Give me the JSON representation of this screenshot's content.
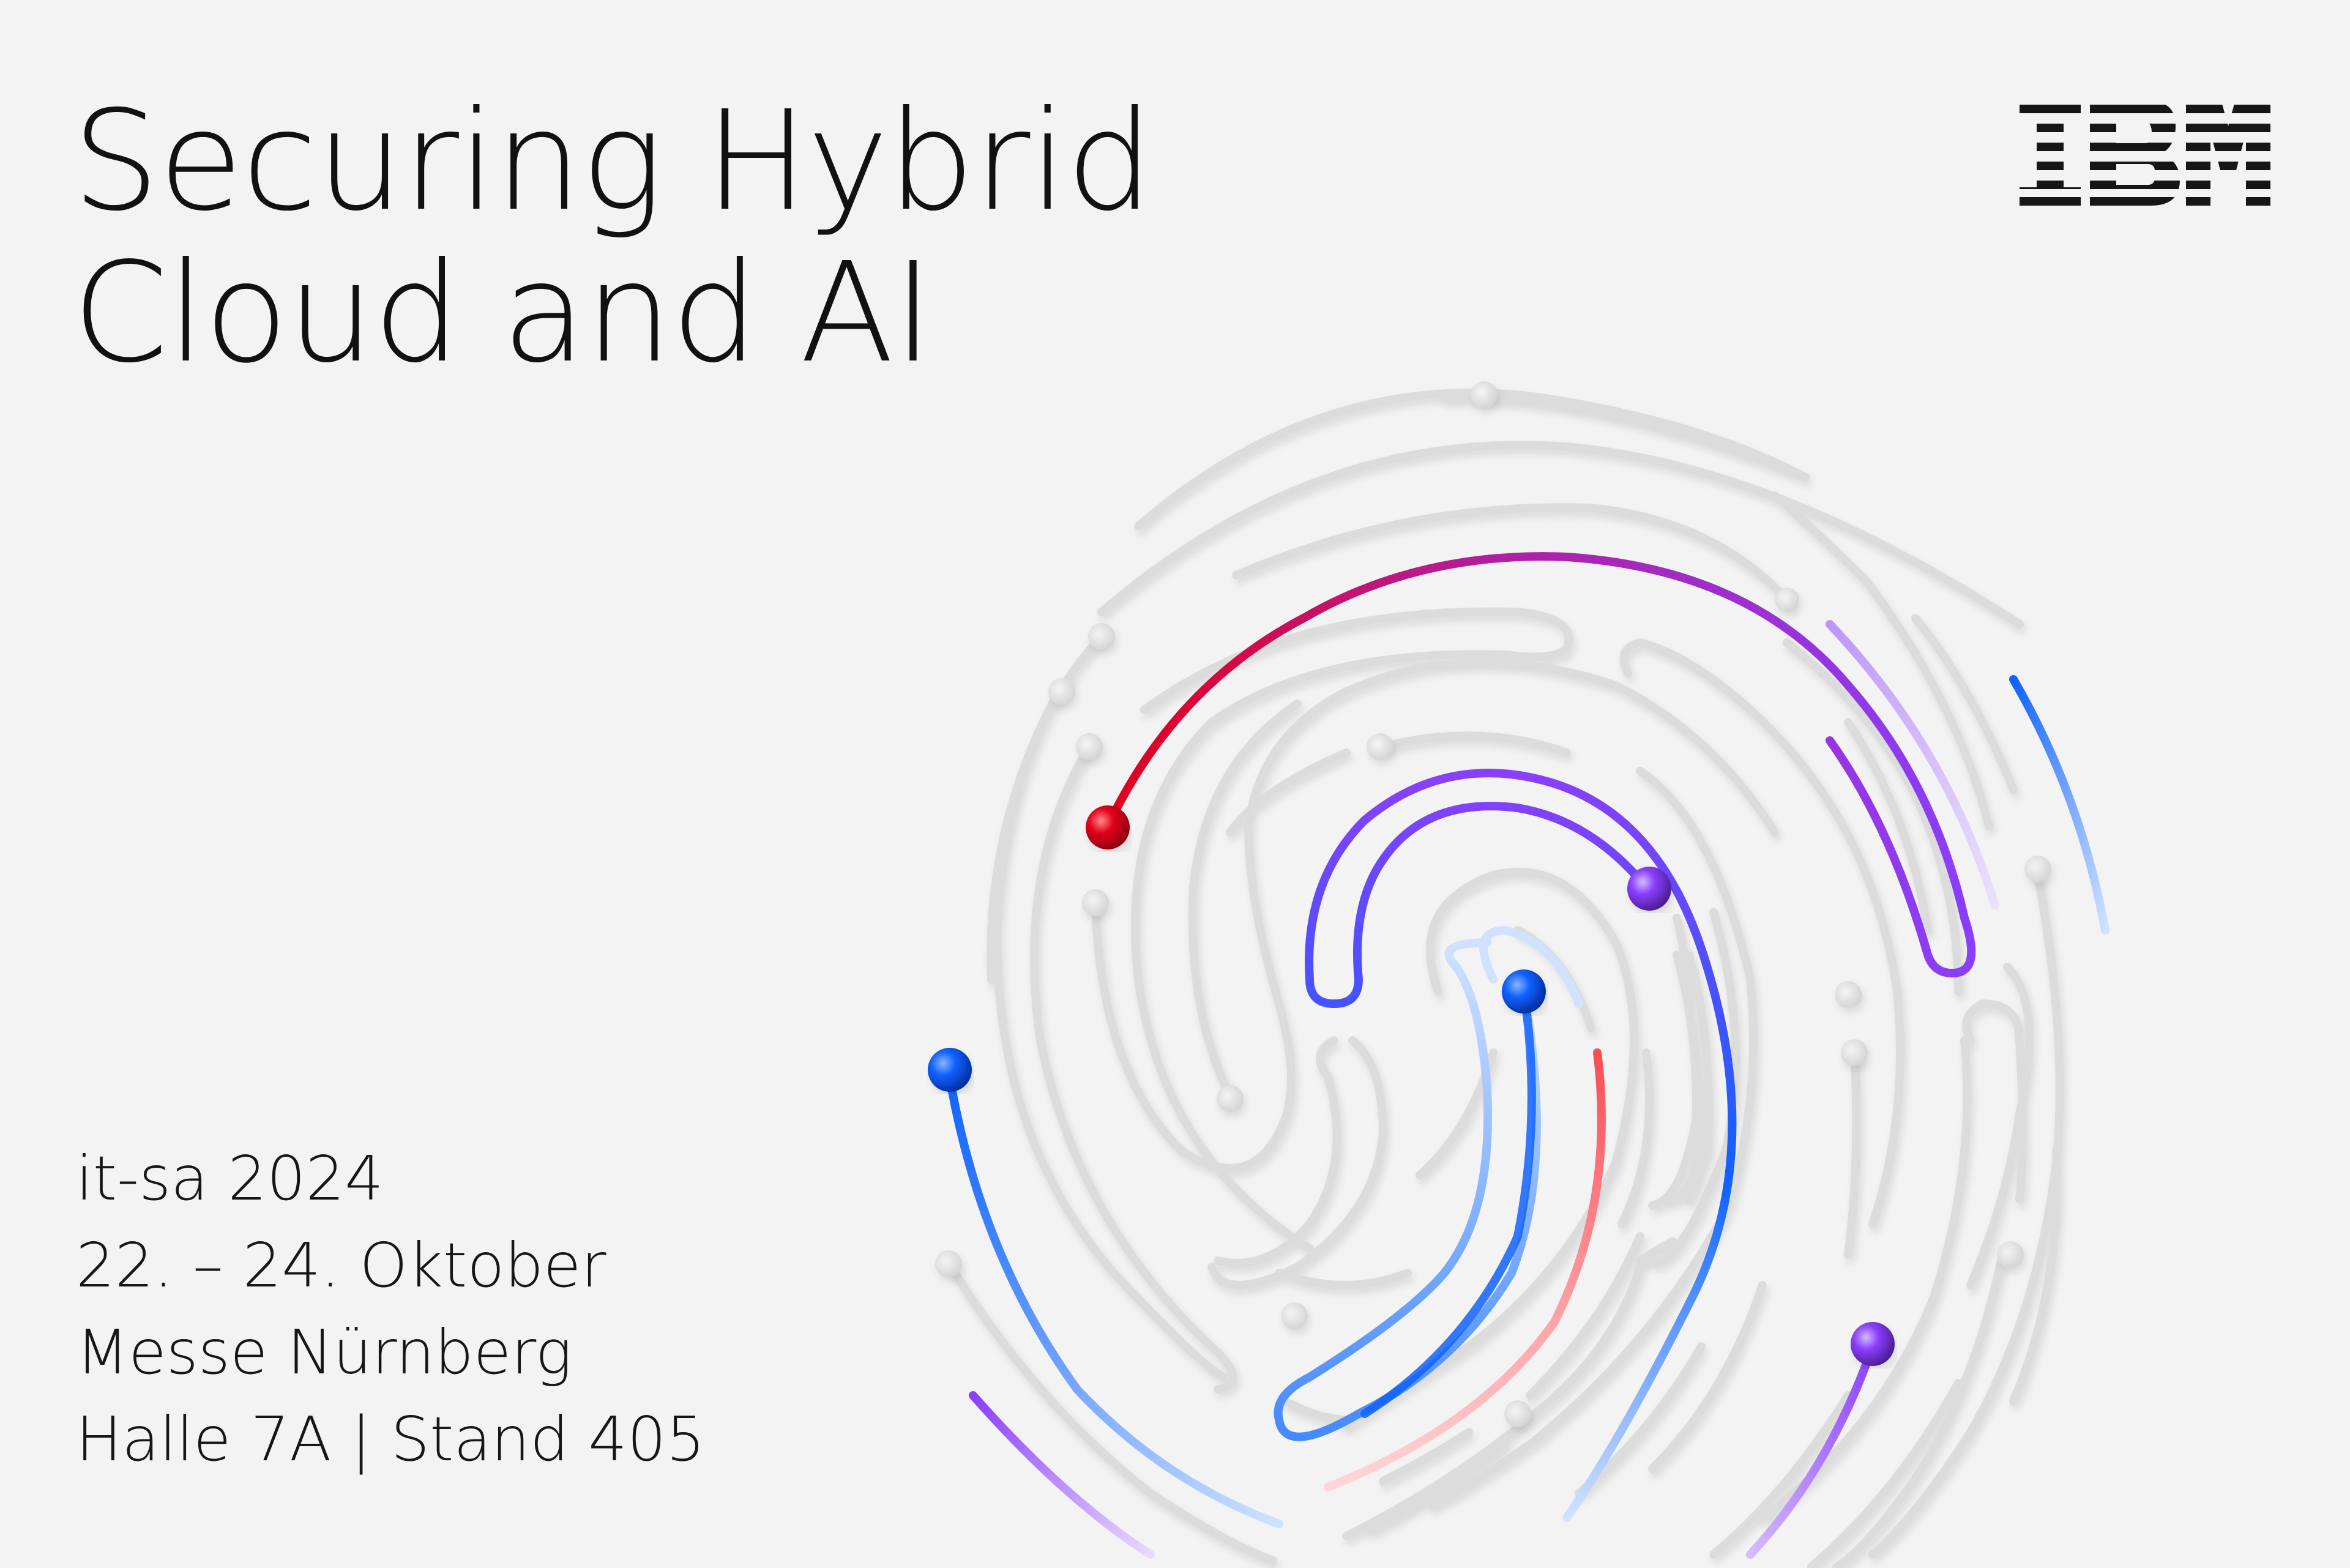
{
  "headline": {
    "line1": "Securing Hybrid",
    "line2": "Cloud and AI"
  },
  "brand": {
    "logo_text": "IBM",
    "logo_color": "#161616"
  },
  "event": {
    "name": "it-sa 2024",
    "dates": "22. – 24. Oktober",
    "venue": "Messe Nürnberg",
    "location": "Halle 7A | Stand 405"
  },
  "artwork": {
    "motif": "fingerprint-icon",
    "colors": {
      "ridge": "#dcdcdc",
      "red": "#e3001b",
      "magenta": "#b01fa3",
      "purple": "#8a3ffc",
      "blue": "#0f62fe",
      "light_blue": "#a6c8ff",
      "pink": "#ff8389"
    }
  }
}
